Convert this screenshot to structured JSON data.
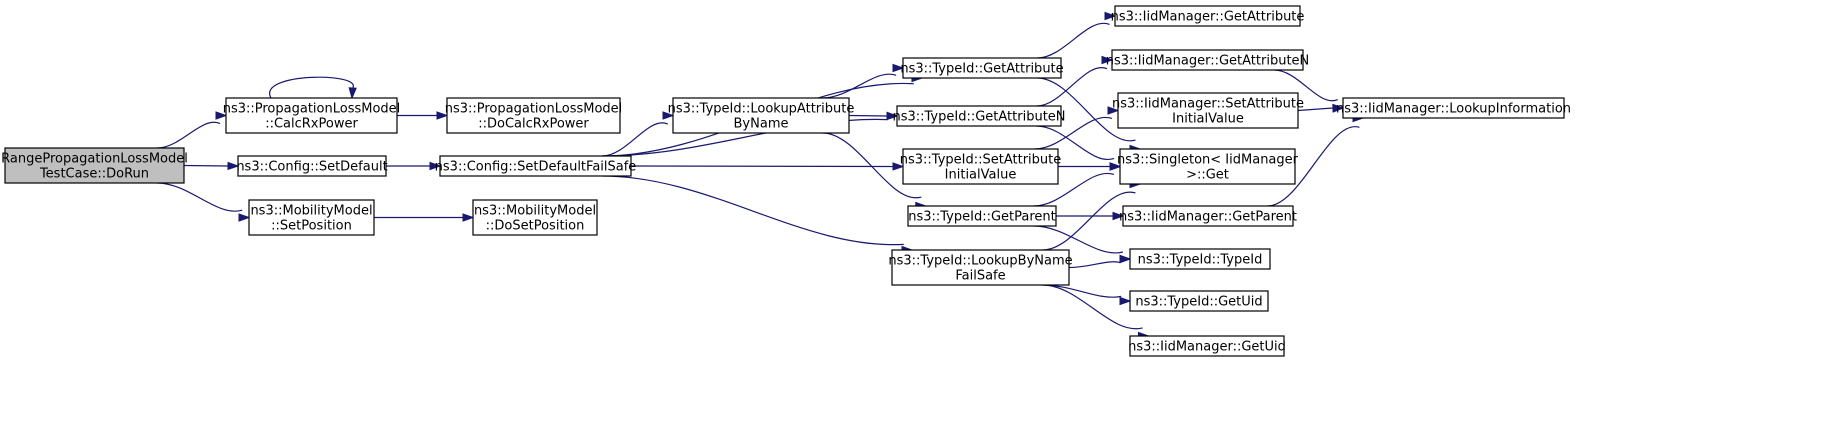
{
  "diagram": {
    "type": "call-graph",
    "colors": {
      "edge": "#191970",
      "node_fill": "#ffffff",
      "root_fill": "#bfbfbf",
      "node_border": "#000000"
    },
    "nodes": [
      {
        "id": "root",
        "lines": [
          "RangePropagationLossModel",
          "TestCase::DoRun"
        ],
        "root": true
      },
      {
        "id": "calcrx",
        "lines": [
          "ns3::PropagationLossModel",
          "::CalcRxPower"
        ]
      },
      {
        "id": "docalcrx",
        "lines": [
          "ns3::PropagationLossModel",
          "::DoCalcRxPower"
        ]
      },
      {
        "id": "setdefault",
        "lines": [
          "ns3::Config::SetDefault"
        ]
      },
      {
        "id": "setdefaultfs",
        "lines": [
          "ns3::Config::SetDefaultFailSafe"
        ]
      },
      {
        "id": "setposition",
        "lines": [
          "ns3::MobilityModel",
          "::SetPosition"
        ]
      },
      {
        "id": "dosetposition",
        "lines": [
          "ns3::MobilityModel",
          "::DoSetPosition"
        ]
      },
      {
        "id": "lookupattr",
        "lines": [
          "ns3::TypeId::LookupAttribute",
          "ByName"
        ]
      },
      {
        "id": "lookupbyname",
        "lines": [
          "ns3::TypeId::LookupByName",
          "FailSafe"
        ]
      },
      {
        "id": "getattribute",
        "lines": [
          "ns3::TypeId::GetAttribute"
        ]
      },
      {
        "id": "getattributen",
        "lines": [
          "ns3::TypeId::GetAttributeN"
        ]
      },
      {
        "id": "setattrinit",
        "lines": [
          "ns3::TypeId::SetAttribute",
          "InitialValue"
        ]
      },
      {
        "id": "getparent",
        "lines": [
          "ns3::TypeId::GetParent"
        ]
      },
      {
        "id": "iid_getattribute",
        "lines": [
          "ns3::IidManager::GetAttribute"
        ]
      },
      {
        "id": "iid_getattributen",
        "lines": [
          "ns3::IidManager::GetAttributeN"
        ]
      },
      {
        "id": "iid_setattrinit",
        "lines": [
          "ns3::IidManager::SetAttribute",
          "InitialValue"
        ]
      },
      {
        "id": "singleton",
        "lines": [
          "ns3::Singleton< IidManager",
          " >::Get"
        ]
      },
      {
        "id": "iid_getparent",
        "lines": [
          "ns3::IidManager::GetParent"
        ]
      },
      {
        "id": "typeid_typeid",
        "lines": [
          "ns3::TypeId::TypeId"
        ]
      },
      {
        "id": "typeid_getuid",
        "lines": [
          "ns3::TypeId::GetUid"
        ]
      },
      {
        "id": "iid_getuid",
        "lines": [
          "ns3::IidManager::GetUid"
        ]
      },
      {
        "id": "iid_lookupinfo",
        "lines": [
          "ns3::IidManager::LookupInformation"
        ]
      }
    ],
    "edges": [
      {
        "from": "calcrx",
        "to": "calcrx",
        "self": true
      },
      {
        "from": "root",
        "to": "calcrx"
      },
      {
        "from": "root",
        "to": "setdefault"
      },
      {
        "from": "root",
        "to": "setposition"
      },
      {
        "from": "calcrx",
        "to": "docalcrx"
      },
      {
        "from": "setdefault",
        "to": "setdefaultfs"
      },
      {
        "from": "setposition",
        "to": "dosetposition"
      },
      {
        "from": "setdefaultfs",
        "to": "getattribute"
      },
      {
        "from": "setdefaultfs",
        "to": "lookupattr"
      },
      {
        "from": "setdefaultfs",
        "to": "getattributen"
      },
      {
        "from": "setdefaultfs",
        "to": "setattrinit"
      },
      {
        "from": "setdefaultfs",
        "to": "lookupbyname"
      },
      {
        "from": "lookupattr",
        "to": "getattribute"
      },
      {
        "from": "lookupattr",
        "to": "getattributen"
      },
      {
        "from": "lookupattr",
        "to": "getparent"
      },
      {
        "from": "getattribute",
        "to": "iid_getattribute"
      },
      {
        "from": "getattribute",
        "to": "singleton"
      },
      {
        "from": "getattributen",
        "to": "iid_getattributen"
      },
      {
        "from": "getattributen",
        "to": "singleton"
      },
      {
        "from": "setattrinit",
        "to": "iid_setattrinit"
      },
      {
        "from": "setattrinit",
        "to": "singleton"
      },
      {
        "from": "getparent",
        "to": "singleton"
      },
      {
        "from": "getparent",
        "to": "iid_getparent"
      },
      {
        "from": "getparent",
        "to": "typeid_typeid"
      },
      {
        "from": "lookupbyname",
        "to": "singleton"
      },
      {
        "from": "lookupbyname",
        "to": "typeid_typeid"
      },
      {
        "from": "lookupbyname",
        "to": "typeid_getuid"
      },
      {
        "from": "lookupbyname",
        "to": "iid_getuid"
      },
      {
        "from": "iid_getattributen",
        "to": "iid_lookupinfo"
      },
      {
        "from": "iid_setattrinit",
        "to": "iid_lookupinfo"
      },
      {
        "from": "iid_getparent",
        "to": "iid_lookupinfo"
      }
    ]
  }
}
